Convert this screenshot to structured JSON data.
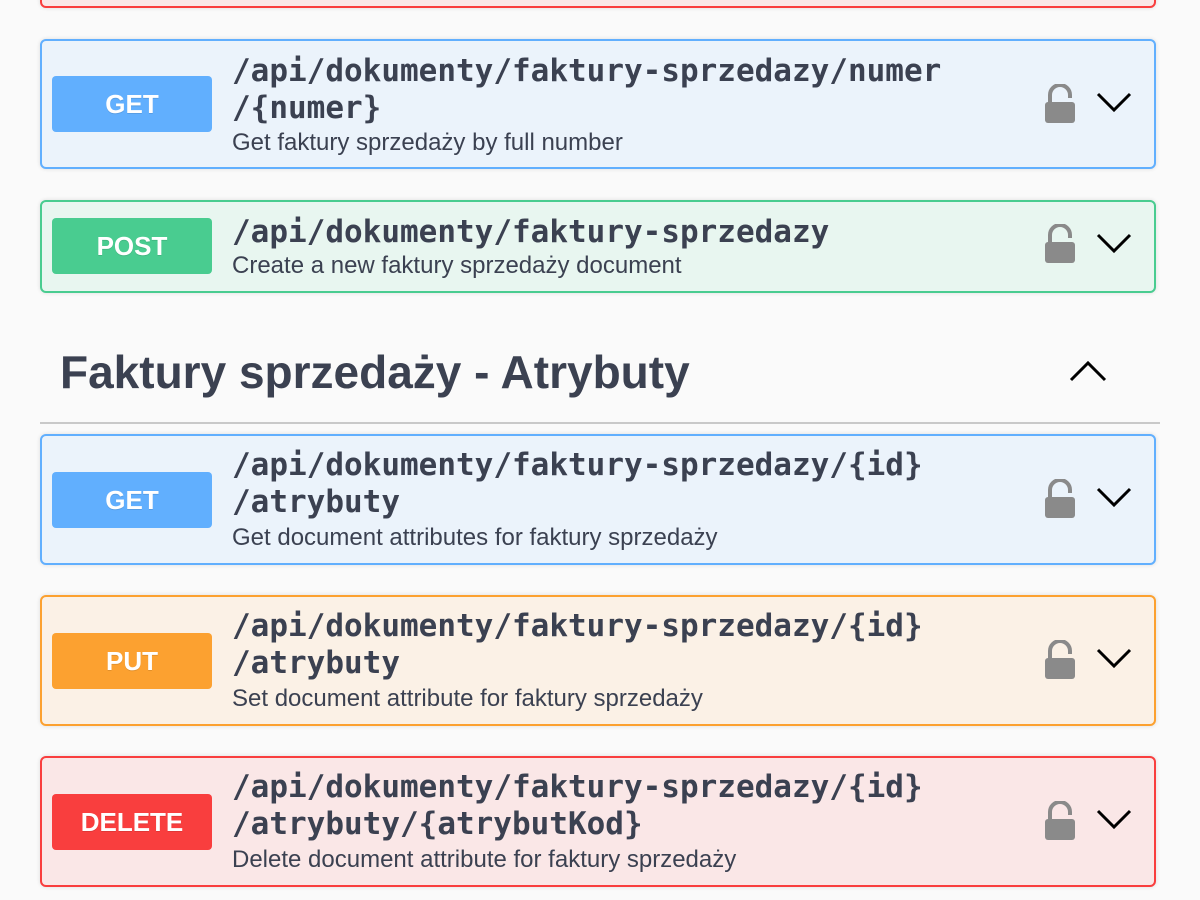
{
  "operations_top": [
    {
      "method": "",
      "path": "",
      "description": ""
    },
    {
      "method": "GET",
      "path": "/api/dokumenty/faktury-sprzedazy/numer/{numer}",
      "description": "Get faktury sprzedaży by full number"
    },
    {
      "method": "POST",
      "path": "/api/dokumenty/faktury-sprzedazy",
      "description": "Create a new faktury sprzedaży document"
    }
  ],
  "section": {
    "title": "Faktury sprzedaży - Atrybuty",
    "expanded": true
  },
  "operations_section": [
    {
      "method": "GET",
      "path": "/api/dokumenty/faktury-sprzedazy/{id}/atrybuty",
      "description": "Get document attributes for faktury sprzedaży"
    },
    {
      "method": "PUT",
      "path": "/api/dokumenty/faktury-sprzedazy/{id}/atrybuty",
      "description": "Set document attribute for faktury sprzedaży"
    },
    {
      "method": "DELETE",
      "path": "/api/dokumenty/faktury-sprzedazy/{id}/atrybuty/{atrybutKod}",
      "description": "Delete document attribute for faktury sprzedaży"
    }
  ],
  "icons": {
    "lock": "unlocked-padlock-icon",
    "expand": "chevron-down-icon",
    "collapse": "chevron-up-icon"
  },
  "colors": {
    "get": "#61affe",
    "post": "#49cc90",
    "put": "#fca130",
    "delete": "#f93e3e",
    "text": "#3b4151",
    "lock": "#8a8a8a"
  }
}
